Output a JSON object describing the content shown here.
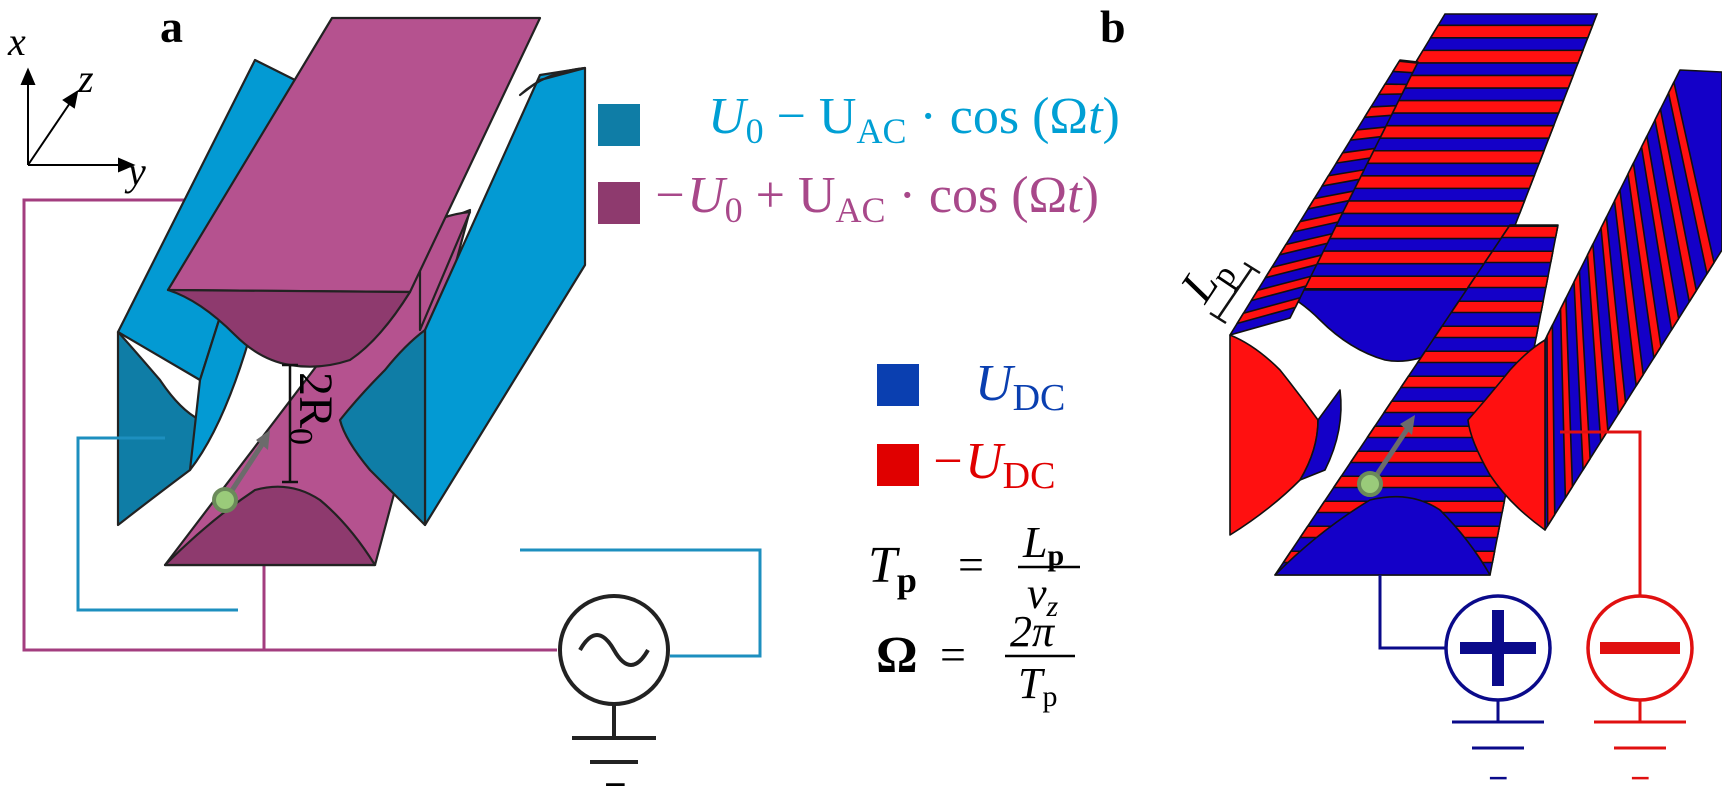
{
  "panels": {
    "a": {
      "label": "a"
    },
    "b": {
      "label": "b"
    }
  },
  "axes": {
    "x": "x",
    "y": "y",
    "z": "z"
  },
  "dimension_label": "2R",
  "dimension_sub": "0",
  "lp_label": "L",
  "lp_sub": "p",
  "legend_ac": {
    "cyan": {
      "text_a": "U",
      "sub_a": "0",
      "text_b": " − U",
      "sub_b": "AC",
      "text_c": " · cos (Ω",
      "text_t": "t",
      "text_d": ")",
      "color": "#009fd4"
    },
    "magenta": {
      "text_a": "−U",
      "sub_a": "0",
      "text_b": " + U",
      "sub_b": "AC",
      "text_c": " · cos (Ω",
      "text_t": "t",
      "text_d": ")",
      "color": "#a8488a"
    }
  },
  "legend_dc": {
    "blue": {
      "text": "U",
      "sub": "DC",
      "color": "#0a3fb0"
    },
    "red": {
      "text": "−U",
      "sub": "DC",
      "color": "#e00000"
    }
  },
  "formulas": {
    "tp_lhs": "T",
    "tp_lhs_sub": "p",
    "tp_eq": "=",
    "tp_num": "L",
    "tp_num_sub": "p",
    "tp_den": "v",
    "tp_den_sub": "z",
    "om_lhs": "Ω",
    "om_eq": "=",
    "om_num": "2π",
    "om_den": "T",
    "om_den_sub": "p"
  },
  "ground_labels": {
    "a": "−",
    "b_plus": "−",
    "b_minus": "−"
  },
  "colors": {
    "cyan": "#039ad3",
    "cyan_dark": "#0f7da6",
    "magenta": "#b5528f",
    "magenta_dark": "#8e3a6e",
    "blue": "#1400c8",
    "red": "#ff1010",
    "wire_cyan": "#1d8fbf",
    "wire_mag": "#a33d7f",
    "source_plus": "#0a0a8a",
    "source_minus": "#e01010"
  },
  "icons": [
    "ac-source-icon",
    "ground-icon",
    "dc-plus-source-icon",
    "dc-minus-source-icon",
    "ion-arrow-icon"
  ]
}
